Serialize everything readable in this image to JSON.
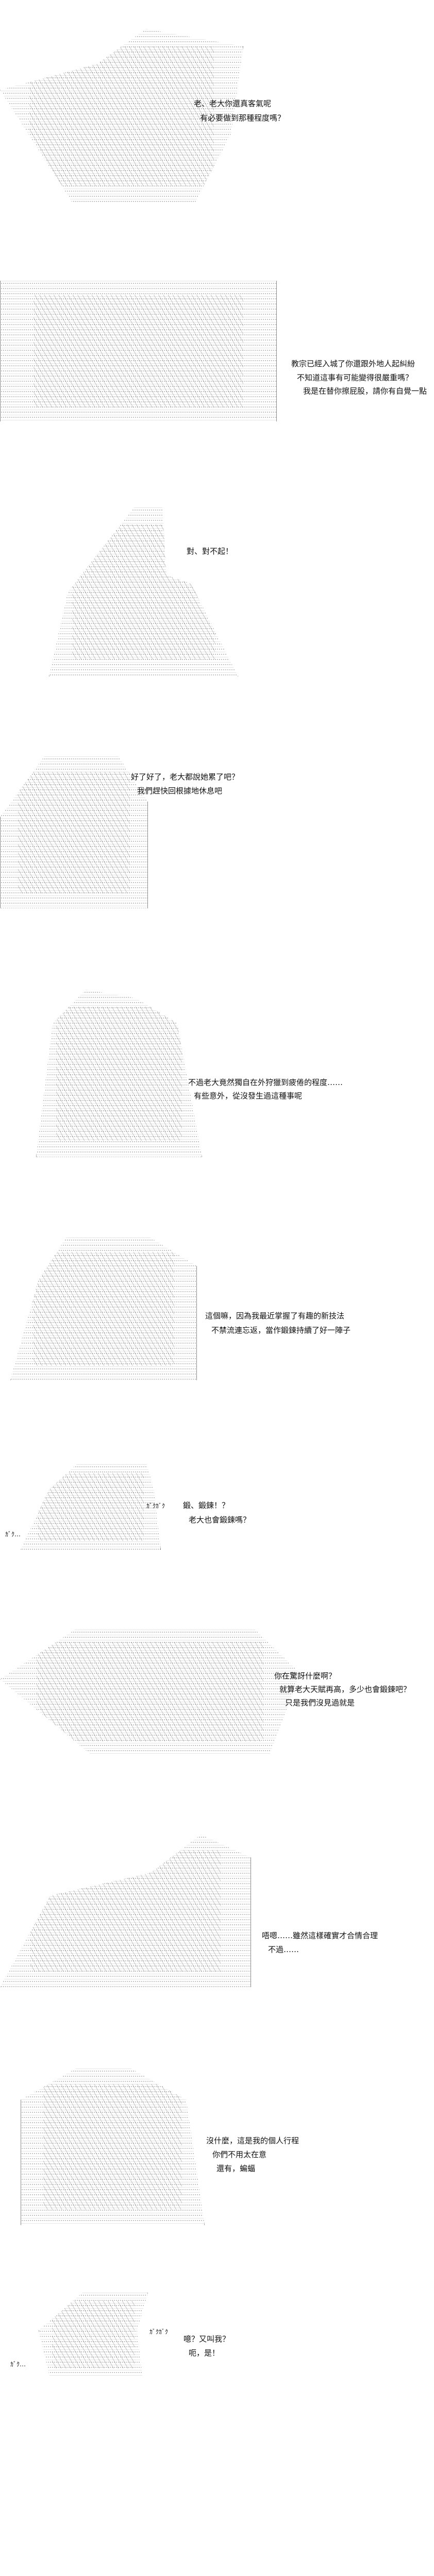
{
  "panels": [
    {
      "lines": [
        "老、老大你還真客氣呢",
        "有必要做到那種程度嗎？"
      ]
    },
    {
      "lines": [
        "教宗已經入城了你還跟外地人起糾紛",
        "不知道這事有可能變得很嚴重嗎？",
        "我是在替你擦屁股，請你有自覺一點"
      ]
    },
    {
      "lines": [
        "對、對不起！"
      ]
    },
    {
      "lines": [
        "好了好了，老大都說她累了吧？",
        "我們趕快回根據地休息吧"
      ]
    },
    {
      "lines": [
        "不過老大竟然獨自在外狩獵到疲倦的程度……",
        "有些意外，從沒發生過這種事呢"
      ]
    },
    {
      "lines": [
        "這個嘛，因為我最近掌握了有趣的新技法",
        "不禁流連忘返，當作鍛鍊持續了好一陣子"
      ]
    },
    {
      "sfx": [
        "ｶﾞｸｶﾞｸ",
        "ｶﾞｸ…"
      ],
      "lines": [
        "鍛、鍛鍊！？",
        "老大也會鍛鍊嗎？"
      ]
    },
    {
      "lines": [
        "你在驚訝什麼啊？",
        "就算老大天賦再高，多少也會鍛鍊吧？",
        "只是我們沒見過就是"
      ]
    },
    {
      "lines": [
        "唔嗯……雖然這樣確實才合情合理",
        "不過……"
      ]
    },
    {
      "lines": [
        "沒什麼，這是我的個人行程",
        "你們不用太在意",
        "還有，蝙蝠"
      ]
    },
    {
      "sfx": [
        "ｶﾞｸｶﾞｸ",
        "ｶﾞｸ…"
      ],
      "lines": [
        "噫？又叫我？",
        "呃，是！"
      ]
    }
  ]
}
